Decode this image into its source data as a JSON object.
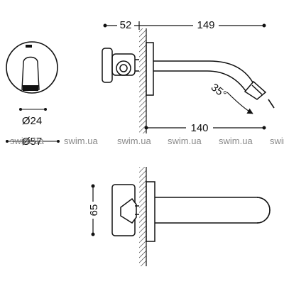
{
  "diagram": {
    "dimensions": {
      "d52": "52",
      "d149": "149",
      "d140": "140",
      "d65": "65",
      "d24": "Ø24",
      "d57": "Ø57",
      "angle": "35°"
    },
    "watermark": {
      "text": "swim.ua"
    }
  },
  "colors": {
    "line": "#111111",
    "watermark": "#8a8a8a",
    "hatch": "#333333"
  }
}
